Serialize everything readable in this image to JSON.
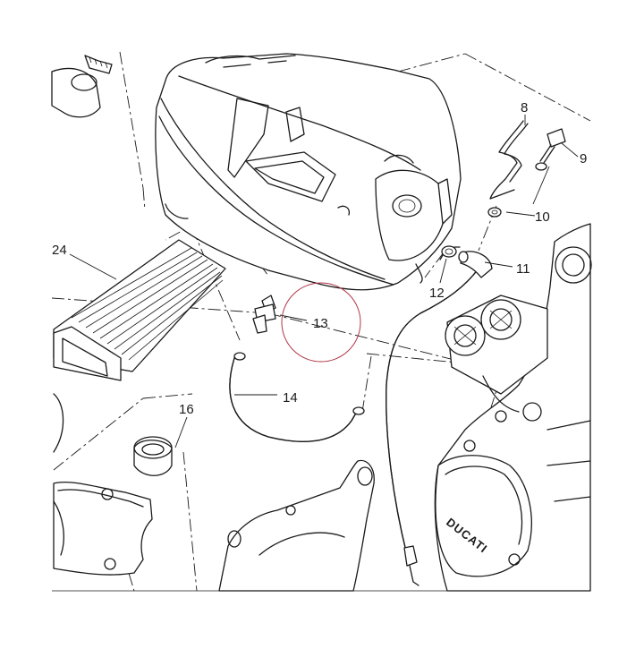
{
  "callouts": [
    {
      "id": "8",
      "text": "8"
    },
    {
      "id": "9",
      "text": "9"
    },
    {
      "id": "10",
      "text": "10"
    },
    {
      "id": "11",
      "text": "11"
    },
    {
      "id": "12",
      "text": "12"
    },
    {
      "id": "13",
      "text": "13"
    },
    {
      "id": "14",
      "text": "14"
    },
    {
      "id": "16",
      "text": "16"
    },
    {
      "id": "24",
      "text": "24"
    }
  ],
  "engine_cover_text": "DUCATI",
  "highlight": {
    "target": "13",
    "color": "#b0384a"
  }
}
